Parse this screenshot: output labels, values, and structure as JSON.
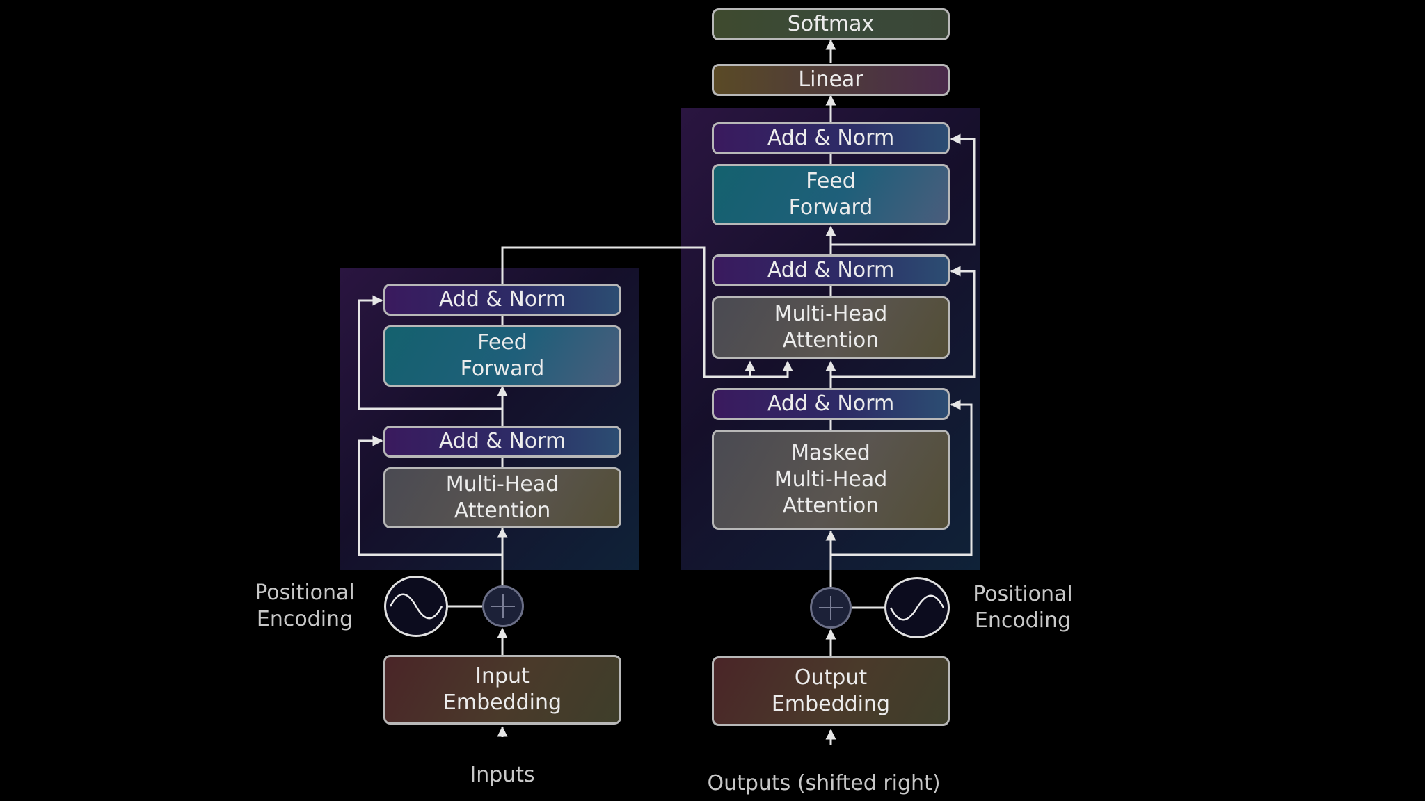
{
  "encoder": {
    "add_norm_top": "Add & Norm",
    "feed_forward": [
      "Feed",
      "Forward"
    ],
    "add_norm_bottom": "Add & Norm",
    "attention": [
      "Multi-Head",
      "Attention"
    ],
    "embedding": [
      "Input",
      "Embedding"
    ],
    "positional": [
      "Positional",
      "Encoding"
    ],
    "input_label": "Inputs"
  },
  "decoder": {
    "softmax": "Softmax",
    "linear": "Linear",
    "add_norm_top": "Add & Norm",
    "feed_forward": [
      "Feed",
      "Forward"
    ],
    "add_norm_mid": "Add & Norm",
    "cross_attention": [
      "Multi-Head",
      "Attention"
    ],
    "add_norm_bottom": "Add & Norm",
    "masked_attention": [
      "Masked",
      "Multi-Head",
      "Attention"
    ],
    "embedding": [
      "Output",
      "Embedding"
    ],
    "positional": [
      "Positional",
      "Encoding"
    ],
    "output_label": "Outputs (shifted right)"
  },
  "colors": {
    "line": "#e6e6e6",
    "box_border": "#b8b8b8"
  }
}
